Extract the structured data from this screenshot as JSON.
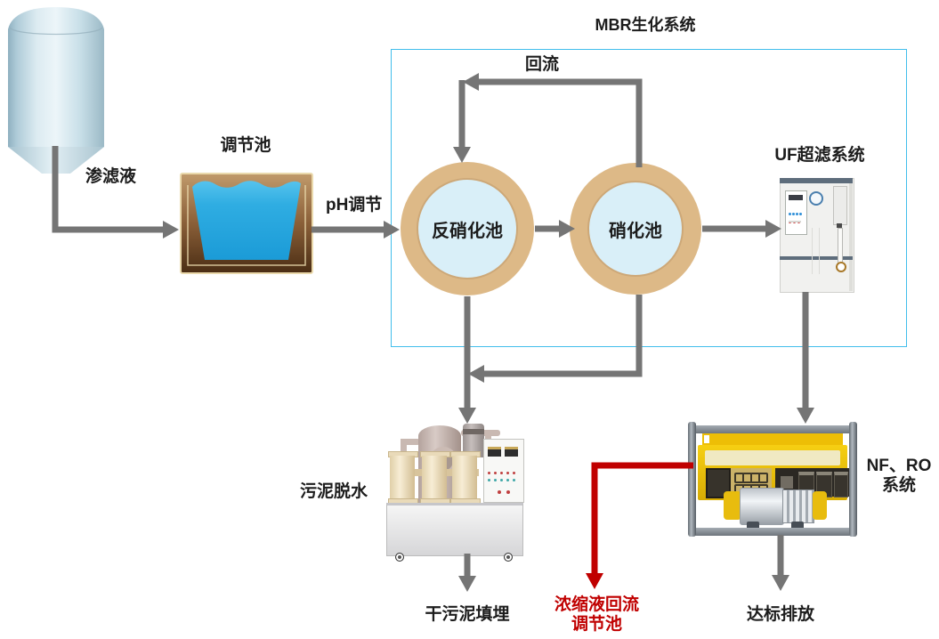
{
  "colors": {
    "arrow_gray": "#757575",
    "flow_red": "#c00000",
    "mbr_box_border": "#41beec",
    "pool_ring_tan": "#ddb987",
    "pool_inner_blue": "#d9eff8",
    "water_blue": "#29a8e0",
    "vessel_brown": "#8a5f38",
    "machine_yellow": "#eec412",
    "tank_blue": "#cfe3ec"
  },
  "mbr": {
    "title": "MBR生化系统",
    "reflux_label": "回流",
    "denitrification_label": "反硝化池",
    "nitrification_label": "硝化池"
  },
  "labels": {
    "leachate": "渗滤液",
    "regulating_pool": "调节池",
    "ph_adjust": "pH调节",
    "uf_system": "UF超滤系统",
    "sludge_dewatering": "污泥脱水",
    "dry_sludge_landfill": "干污泥填埋",
    "nf_ro_line1": "NF、RO",
    "nf_ro_line2": "系统",
    "concentrate_line1": "浓缩液回流",
    "concentrate_line2": "调节池",
    "discharge": "达标排放"
  }
}
